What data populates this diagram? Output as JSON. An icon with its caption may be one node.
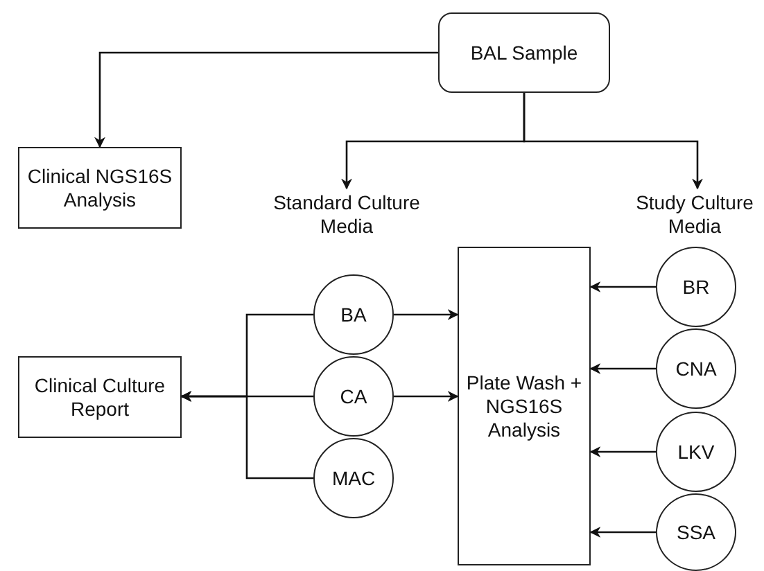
{
  "diagram": {
    "nodes": [
      {
        "text": [
          "BAL Sample"
        ]
      },
      {
        "text": [
          "Clinical NGS16S Analysis"
        ]
      },
      {
        "text": [
          "Standard Culture Media"
        ]
      },
      {
        "text": [
          "Study Culture Media"
        ]
      },
      {
        "text": [
          "Plate Wash + NGS16S Analysis"
        ]
      },
      {
        "text": [
          "BA"
        ]
      },
      {
        "text": [
          "CA"
        ]
      },
      {
        "text": [
          "MAC"
        ]
      },
      {
        "text": [
          "BR"
        ]
      },
      {
        "text": [
          "CNA"
        ]
      },
      {
        "text": [
          "LKV"
        ]
      },
      {
        "text": [
          "SSA"
        ]
      },
      {
        "text": [
          "Clinical Culture Report"
        ]
      }
    ],
    "edges": [
      {
        "from": 0,
        "to": 1,
        "arrow": "to"
      },
      {
        "from": 0,
        "to": 2,
        "arrow": "to"
      },
      {
        "from": 0,
        "to": 3,
        "arrow": "to"
      },
      {
        "from": 5,
        "to": 4,
        "arrow": "to"
      },
      {
        "from": 6,
        "to": 4,
        "arrow": "to"
      },
      {
        "from": 8,
        "to": 4,
        "arrow": "to"
      },
      {
        "from": 9,
        "to": 4,
        "arrow": "to"
      },
      {
        "from": 10,
        "to": 4,
        "arrow": "to"
      },
      {
        "from": 11,
        "to": 4,
        "arrow": "to"
      },
      {
        "from": 5,
        "to": 12,
        "arrow": "to"
      },
      {
        "from": 6,
        "to": 12,
        "arrow": "to"
      },
      {
        "from": 7,
        "to": 12,
        "arrow": "to"
      }
    ]
  }
}
